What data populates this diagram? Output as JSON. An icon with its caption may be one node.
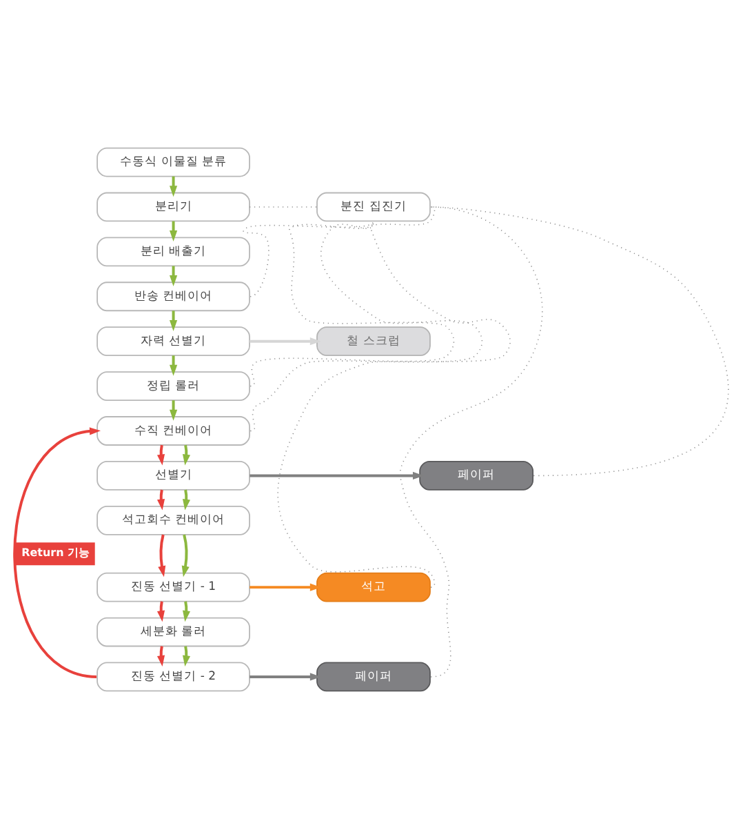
{
  "diagram": {
    "nodes": [
      {
        "text": [
          "수동식 이물질 분류"
        ]
      },
      {
        "text": [
          "분리기"
        ]
      },
      {
        "text": [
          "분리 배출기"
        ]
      },
      {
        "text": [
          "반송 컨베이어"
        ]
      },
      {
        "text": [
          "자력 선별기"
        ]
      },
      {
        "text": [
          "정립 롤러"
        ]
      },
      {
        "text": [
          "수직 컨베이어"
        ]
      },
      {
        "text": [
          "선별기"
        ]
      },
      {
        "text": [
          "석고회수 컨베이어"
        ]
      },
      {
        "text": [
          "진동 선별기 - 1"
        ]
      },
      {
        "text": [
          "세분화 롤러"
        ]
      },
      {
        "text": [
          "진동 선별기 - 2"
        ]
      },
      {
        "text": [
          "분진 집진기"
        ]
      },
      {
        "text": [
          "철 스크럽"
        ]
      },
      {
        "text": [
          "페이퍼"
        ]
      },
      {
        "text": [
          "석고"
        ]
      },
      {
        "text": [
          "페이퍼"
        ]
      }
    ],
    "edges": [
      {
        "from": 0,
        "to": 1,
        "arrow": "to"
      },
      {
        "from": 1,
        "to": 2,
        "arrow": "to"
      },
      {
        "from": 2,
        "to": 3,
        "arrow": "to"
      },
      {
        "from": 3,
        "to": 4,
        "arrow": "to"
      },
      {
        "from": 4,
        "to": 5,
        "arrow": "to"
      },
      {
        "from": 5,
        "to": 6,
        "arrow": "to"
      },
      {
        "from": 6,
        "to": 7,
        "arrow": "to",
        "color": "#e8413c"
      },
      {
        "from": 6,
        "to": 7,
        "arrow": "to"
      },
      {
        "from": 7,
        "to": 8,
        "arrow": "to",
        "color": "#e8413c"
      },
      {
        "from": 7,
        "to": 8,
        "arrow": "to"
      },
      {
        "from": 8,
        "to": 9,
        "arrow": "to",
        "color": "#e8413c"
      },
      {
        "from": 8,
        "to": 9,
        "arrow": "to"
      },
      {
        "from": 9,
        "to": 10,
        "arrow": "to",
        "color": "#e8413c"
      },
      {
        "from": 9,
        "to": 10,
        "arrow": "to"
      },
      {
        "from": 10,
        "to": 11,
        "arrow": "to",
        "color": "#e8413c"
      },
      {
        "from": 10,
        "to": 11,
        "arrow": "to"
      },
      {
        "from": 11,
        "to": 6,
        "arrow": "to",
        "label": "Return 기능",
        "color": "#e8413c"
      },
      {
        "from": 1,
        "to": 12,
        "arrow": "none",
        "style": "dashed",
        "color": "#8a8a8a"
      },
      {
        "from": 3,
        "to": 12,
        "arrow": "none",
        "style": "dashed",
        "color": "#8a8a8a"
      },
      {
        "from": 4,
        "to": 13,
        "arrow": "to",
        "color": "#d6d6d6"
      },
      {
        "from": 5,
        "to": 12,
        "arrow": "none",
        "style": "dashed",
        "color": "#8a8a8a"
      },
      {
        "from": 6,
        "to": 12,
        "arrow": "none",
        "style": "dashed",
        "color": "#8a8a8a"
      },
      {
        "from": 7,
        "to": 14,
        "arrow": "to",
        "color": "#808080"
      },
      {
        "from": 9,
        "to": 15,
        "arrow": "to",
        "color": "#f58a23"
      },
      {
        "from": 11,
        "to": 16,
        "arrow": "to",
        "color": "#808080"
      },
      {
        "from": 14,
        "to": 12,
        "arrow": "none",
        "style": "dashed",
        "color": "#8a8a8a"
      },
      {
        "from": 15,
        "to": 12,
        "arrow": "none",
        "style": "dashed",
        "color": "#8a8a8a"
      },
      {
        "from": 16,
        "to": 12,
        "arrow": "none",
        "style": "dashed",
        "color": "#8a8a8a"
      }
    ]
  }
}
